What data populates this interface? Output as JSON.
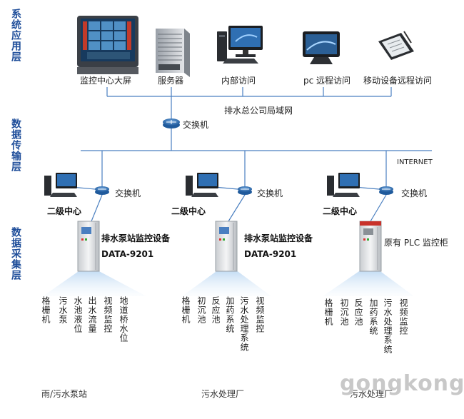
{
  "layers": {
    "application": "系统应用层",
    "transport": "数据传输层",
    "collection": "数据采集层"
  },
  "top_devices": {
    "wall_screen": "监控中心大屏",
    "server": "服务器",
    "internal_access": "内部访问",
    "pc_remote": "pc 远程访问",
    "mobile_remote": "移动设备远程访问"
  },
  "network": {
    "lan": "排水总公司局域网",
    "main_switch": "交换机",
    "internet": "INTERNET"
  },
  "sites": [
    {
      "center": "二级中心",
      "switch": "交换机",
      "cabinet_title": "排水泵站监控设备",
      "cabinet_model": "DATA-9201",
      "items": [
        "格栅机",
        "污水泵",
        "水池液位",
        "出水流量",
        "视频监控",
        "地道桥水位"
      ],
      "site_name": "雨/污水泵站"
    },
    {
      "center": "二级中心",
      "switch": "交换机",
      "cabinet_title": "排水泵站监控设备",
      "cabinet_model": "DATA-9201",
      "items": [
        "格栅机",
        "初沉池",
        "反应池",
        "加药系统",
        "污水处理系统",
        "视频监控"
      ],
      "site_name": "污水处理厂"
    },
    {
      "center": "二级中心",
      "switch": "交换机",
      "cabinet_title": "原有 PLC 监控柜",
      "items": [
        "格栅机",
        "初沉池",
        "反应池",
        "加药系统",
        "污水处理系统",
        "视频监控"
      ],
      "site_name": "污水处理厂"
    }
  ],
  "watermark": "gongkong",
  "colors": {
    "line": "#4a7fc0",
    "layer_text": "#1f4e9a",
    "router": "#2f6fb3"
  }
}
